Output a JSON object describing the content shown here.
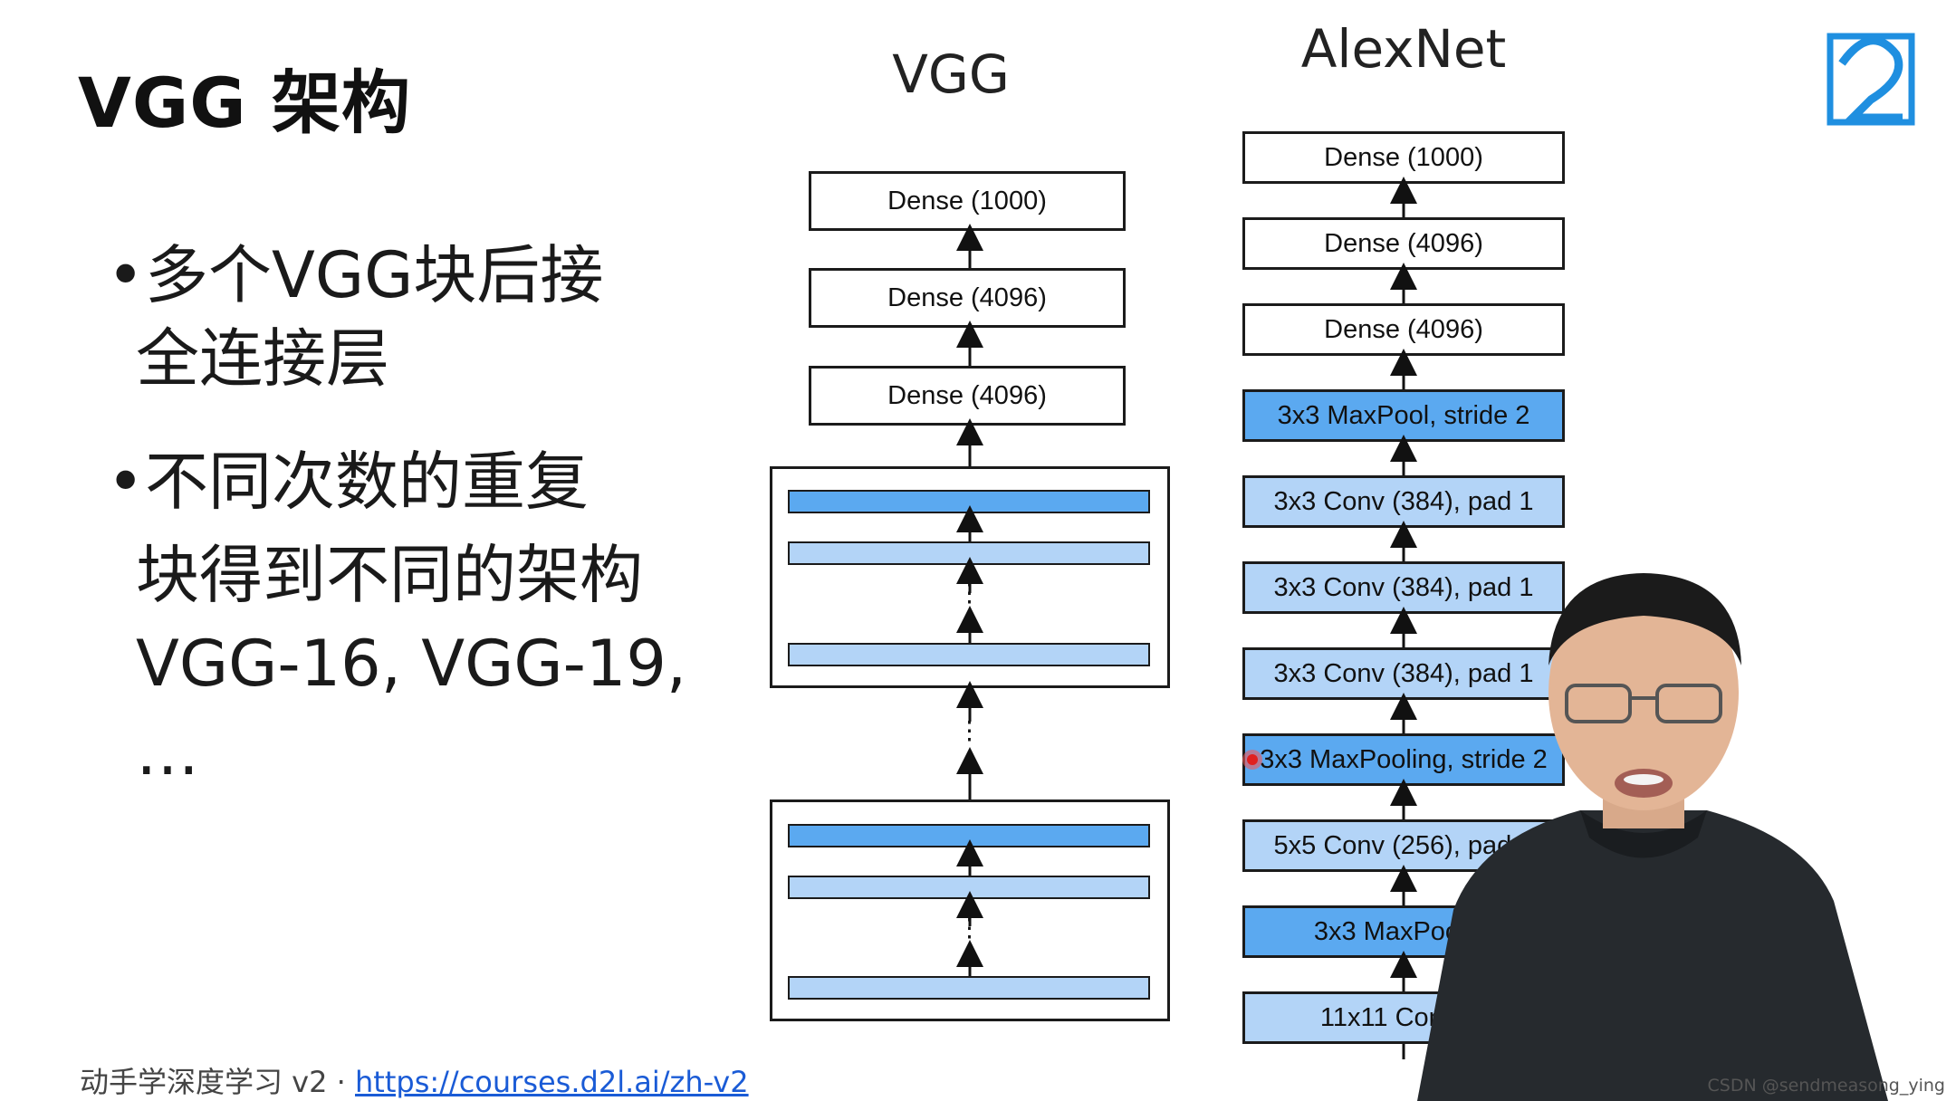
{
  "slide": {
    "title": "VGG 架构",
    "bullets": [
      {
        "mark": "•",
        "lines": [
          "多个VGG块后接",
          "全连接层"
        ]
      },
      {
        "mark": "•",
        "lines": [
          "不同次数的重复",
          "块得到不同的架构",
          "VGG-16, VGG-19,",
          "…"
        ]
      }
    ]
  },
  "diagram": {
    "vgg": {
      "title": "VGG",
      "dense_layers": [
        "Dense (1000)",
        "Dense (4096)",
        "Dense (4096)"
      ],
      "block_ellipsis": "⋮",
      "between_blocks_ellipsis": "⋮"
    },
    "alexnet": {
      "title": "AlexNet",
      "layers": [
        "Dense (1000)",
        "Dense (4096)",
        "Dense (4096)",
        "3x3 MaxPool, stride 2",
        "3x3 Conv (384), pad 1",
        "3x3 Conv (384), pad 1",
        "3x3 Conv (384), pad 1",
        "3x3 MaxPooling, stride 2",
        "5x5 Conv (256), pad 2",
        "3x3 MaxPool, s",
        "11x11 Conv (9"
      ]
    },
    "colors": {
      "conv": "#b3d4f7",
      "pool": "#5ba9f0",
      "dense": "#ffffff"
    }
  },
  "footer": {
    "course": "动手学深度学习 v2 · ",
    "url": "https://courses.d2l.ai/zh-v2"
  },
  "watermark": "CSDN @sendmeasong_ying"
}
